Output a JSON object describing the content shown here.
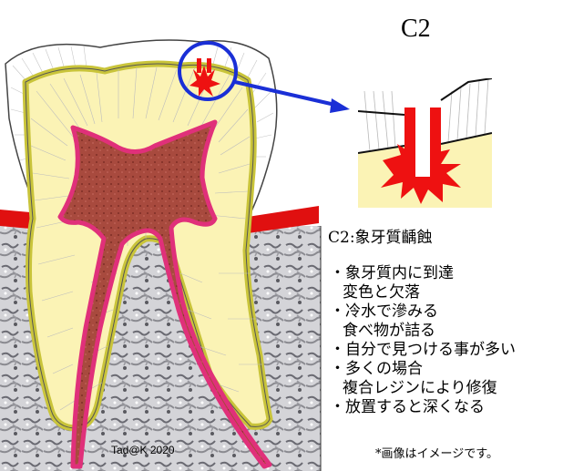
{
  "stage_title": "C2",
  "heading": "C2:象牙質齲蝕",
  "points": [
    {
      "text": "・象牙質内に到達",
      "indent": false
    },
    {
      "text": "変色と欠落",
      "indent": true
    },
    {
      "text": "・冷水で滲みる",
      "indent": false
    },
    {
      "text": "食べ物が詰る",
      "indent": true
    },
    {
      "text": "・自分で見つける事が多い",
      "indent": false
    },
    {
      "text": "・多くの場合",
      "indent": false
    },
    {
      "text": "複合レジンにより修復",
      "indent": true
    },
    {
      "text": "・放置すると深くなる",
      "indent": false
    }
  ],
  "credit": "Tad@K 2020",
  "note": "*画像はイメージです。",
  "colors": {
    "enamel": "#ffffff",
    "dentin": "#fbf3b5",
    "pulp": "#a5453a",
    "pulp_border": "#e0307a",
    "gum": "#e01010",
    "root_outline": "#c9c43a",
    "bone": "#c8c8cc",
    "lesion": "#ee1111",
    "magnifier": "#1a2fd6"
  },
  "icons": [
    "magnifier-circle",
    "arrow-right",
    "lesion-burst"
  ]
}
